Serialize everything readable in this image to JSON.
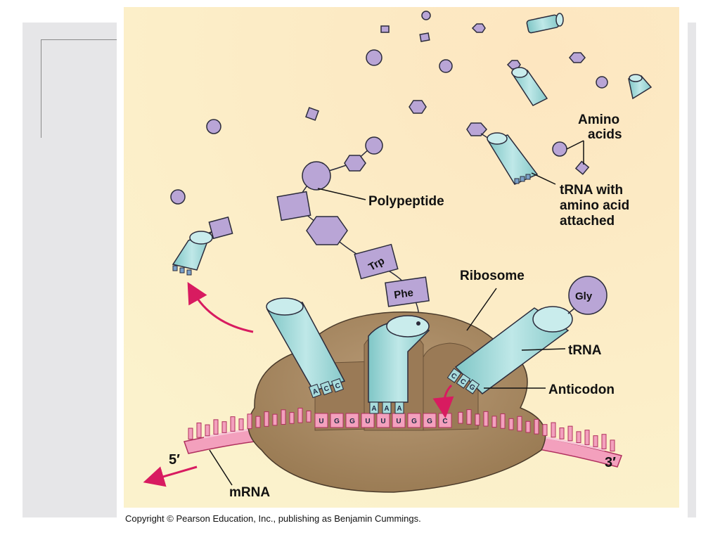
{
  "figure": {
    "labels": {
      "amino_acids_line1": "Amino",
      "amino_acids_line2": "acids",
      "trna_attached_line1": "tRNA with",
      "trna_attached_line2": "amino acid",
      "trna_attached_line3": "attached",
      "polypeptide": "Polypeptide",
      "ribosome": "Ribosome",
      "trna": "tRNA",
      "anticodon": "Anticodon",
      "mrna": "mRNA",
      "five_prime": "5′",
      "three_prime": "3′"
    },
    "amino_acid_labels": {
      "trp": "Trp",
      "phe": "Phe",
      "gly": "Gly"
    },
    "codons": [
      "U",
      "G",
      "G",
      "U",
      "U",
      "U",
      "G",
      "G",
      "C"
    ],
    "anticodons": {
      "left": [
        "A",
        "C",
        "C"
      ],
      "middle": [
        "A",
        "A",
        "A"
      ],
      "right": [
        "C",
        "C",
        "G"
      ]
    },
    "colors": {
      "background": "#fbf0c8",
      "amino_acid": "#b9a5d6",
      "trna": "#a8dcdc",
      "ribosome": "#a88864",
      "mrna": "#f3a0bd",
      "arrow": "#d81b60"
    }
  },
  "copyright": "Copyright © Pearson Education, Inc., publishing as Benjamin Cummings."
}
